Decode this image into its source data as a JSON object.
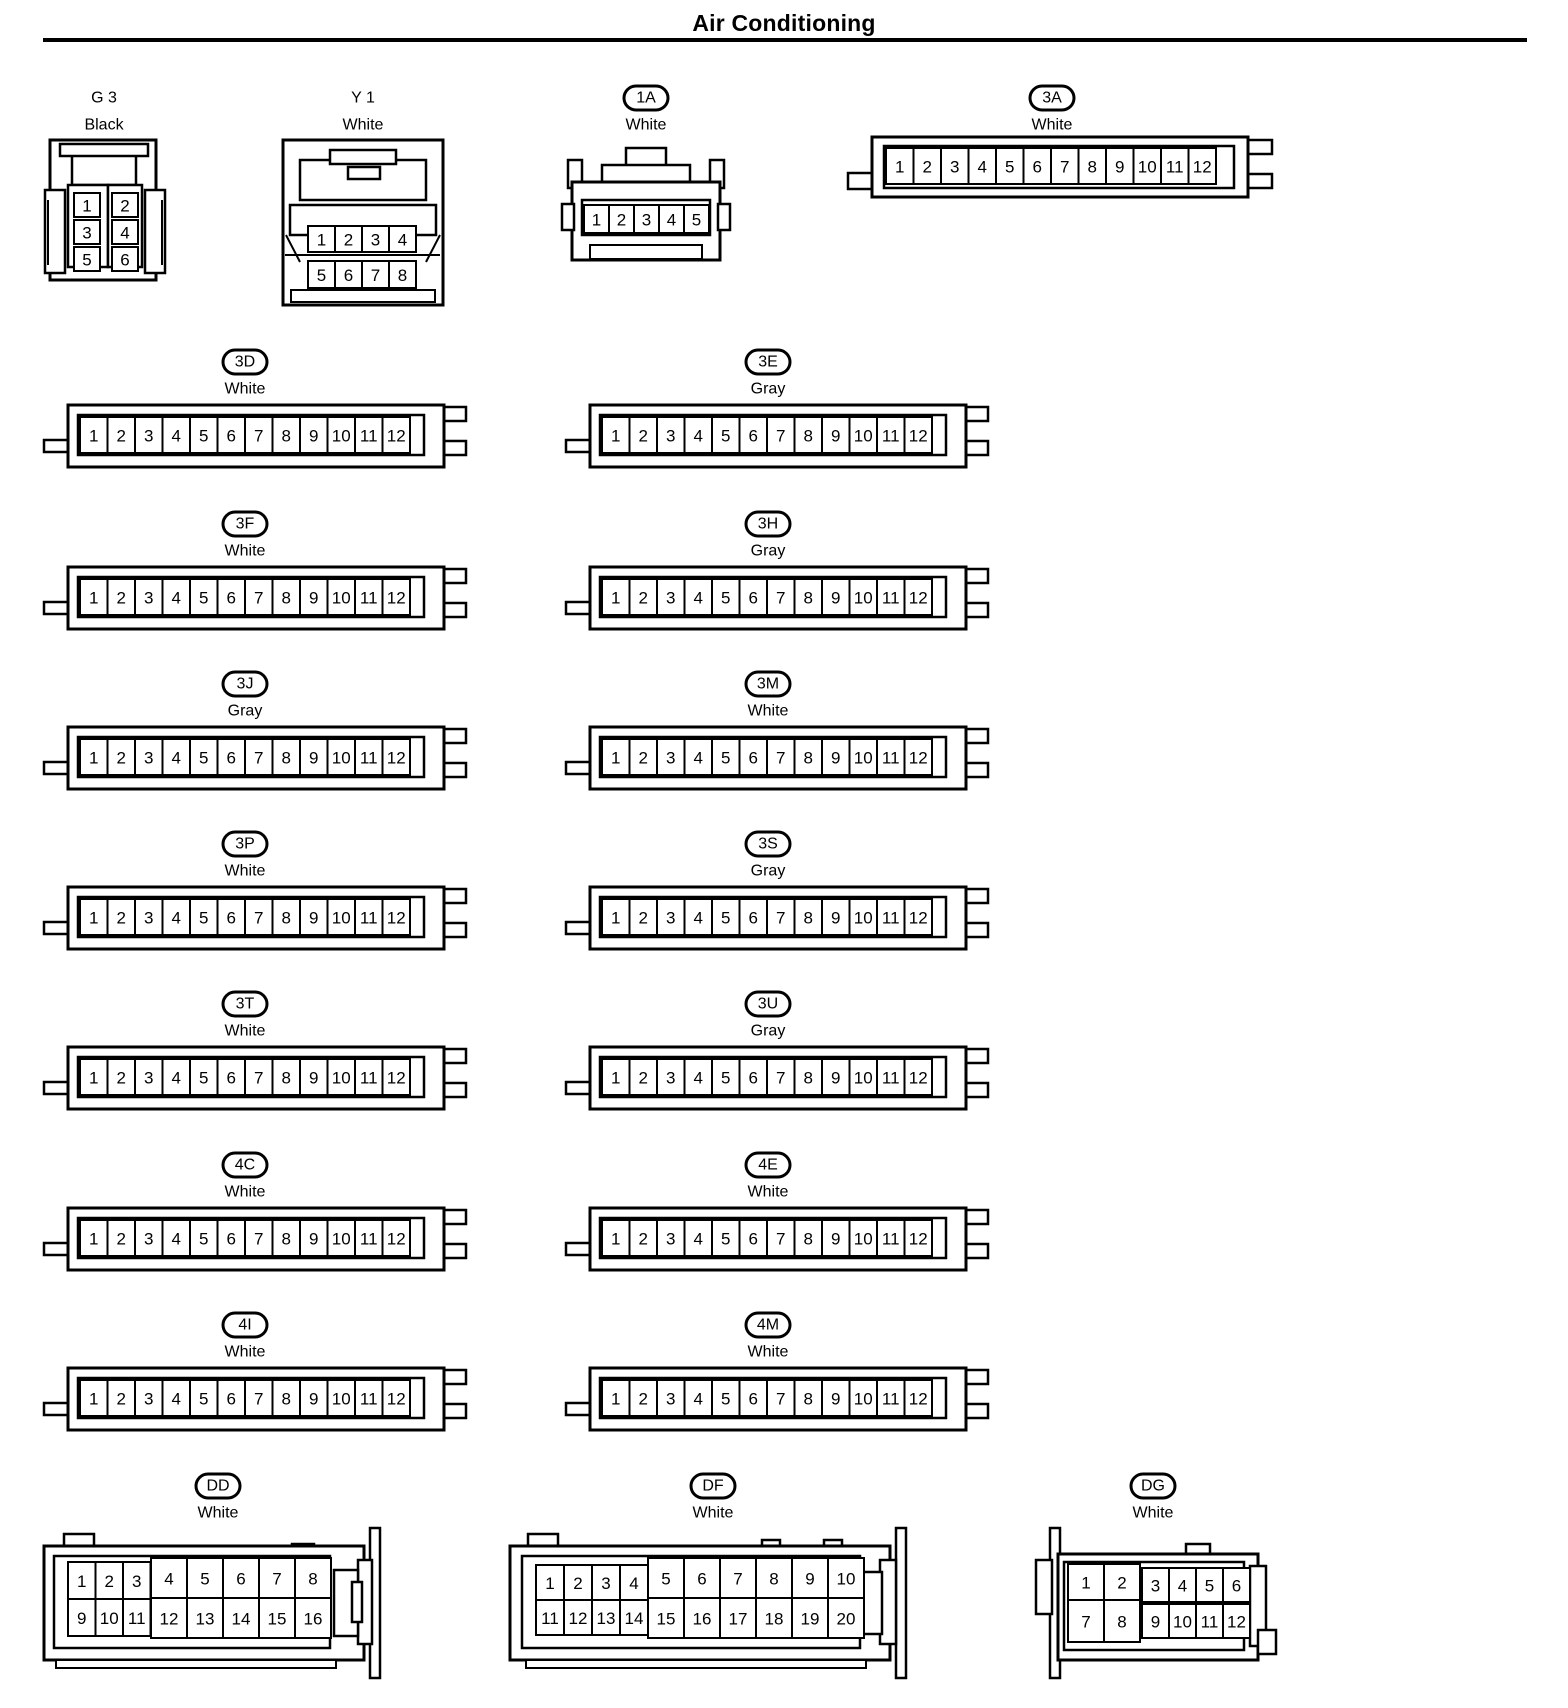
{
  "title": "Air Conditioning",
  "connectors": [
    {
      "id": "G3",
      "code": "G 3",
      "circled": false,
      "color": "Black",
      "pins": [
        "1",
        "2",
        "3",
        "4",
        "5",
        "6"
      ]
    },
    {
      "id": "Y1",
      "code": "Y 1",
      "circled": false,
      "color": "White",
      "pins": [
        "1",
        "2",
        "3",
        "4",
        "5",
        "6",
        "7",
        "8"
      ]
    },
    {
      "id": "1A",
      "code": "1A",
      "circled": true,
      "color": "White",
      "pins": [
        "1",
        "2",
        "3",
        "4",
        "5"
      ]
    },
    {
      "id": "3A",
      "code": "3A",
      "circled": true,
      "color": "White",
      "pins": [
        "1",
        "2",
        "3",
        "4",
        "5",
        "6",
        "7",
        "8",
        "9",
        "10",
        "11",
        "12"
      ]
    },
    {
      "id": "3D",
      "code": "3D",
      "circled": true,
      "color": "White",
      "pins": [
        "1",
        "2",
        "3",
        "4",
        "5",
        "6",
        "7",
        "8",
        "9",
        "10",
        "11",
        "12"
      ]
    },
    {
      "id": "3E",
      "code": "3E",
      "circled": true,
      "color": "Gray",
      "pins": [
        "1",
        "2",
        "3",
        "4",
        "5",
        "6",
        "7",
        "8",
        "9",
        "10",
        "11",
        "12"
      ]
    },
    {
      "id": "3F",
      "code": "3F",
      "circled": true,
      "color": "White",
      "pins": [
        "1",
        "2",
        "3",
        "4",
        "5",
        "6",
        "7",
        "8",
        "9",
        "10",
        "11",
        "12"
      ]
    },
    {
      "id": "3H",
      "code": "3H",
      "circled": true,
      "color": "Gray",
      "pins": [
        "1",
        "2",
        "3",
        "4",
        "5",
        "6",
        "7",
        "8",
        "9",
        "10",
        "11",
        "12"
      ]
    },
    {
      "id": "3J",
      "code": "3J",
      "circled": true,
      "color": "Gray",
      "pins": [
        "1",
        "2",
        "3",
        "4",
        "5",
        "6",
        "7",
        "8",
        "9",
        "10",
        "11",
        "12"
      ]
    },
    {
      "id": "3M",
      "code": "3M",
      "circled": true,
      "color": "White",
      "pins": [
        "1",
        "2",
        "3",
        "4",
        "5",
        "6",
        "7",
        "8",
        "9",
        "10",
        "11",
        "12"
      ]
    },
    {
      "id": "3P",
      "code": "3P",
      "circled": true,
      "color": "White",
      "pins": [
        "1",
        "2",
        "3",
        "4",
        "5",
        "6",
        "7",
        "8",
        "9",
        "10",
        "11",
        "12"
      ]
    },
    {
      "id": "3S",
      "code": "3S",
      "circled": true,
      "color": "Gray",
      "pins": [
        "1",
        "2",
        "3",
        "4",
        "5",
        "6",
        "7",
        "8",
        "9",
        "10",
        "11",
        "12"
      ]
    },
    {
      "id": "3T",
      "code": "3T",
      "circled": true,
      "color": "White",
      "pins": [
        "1",
        "2",
        "3",
        "4",
        "5",
        "6",
        "7",
        "8",
        "9",
        "10",
        "11",
        "12"
      ]
    },
    {
      "id": "3U",
      "code": "3U",
      "circled": true,
      "color": "Gray",
      "pins": [
        "1",
        "2",
        "3",
        "4",
        "5",
        "6",
        "7",
        "8",
        "9",
        "10",
        "11",
        "12"
      ]
    },
    {
      "id": "4C",
      "code": "4C",
      "circled": true,
      "color": "White",
      "pins": [
        "1",
        "2",
        "3",
        "4",
        "5",
        "6",
        "7",
        "8",
        "9",
        "10",
        "11",
        "12"
      ]
    },
    {
      "id": "4E",
      "code": "4E",
      "circled": true,
      "color": "White",
      "pins": [
        "1",
        "2",
        "3",
        "4",
        "5",
        "6",
        "7",
        "8",
        "9",
        "10",
        "11",
        "12"
      ]
    },
    {
      "id": "4I",
      "code": "4I",
      "circled": true,
      "color": "White",
      "pins": [
        "1",
        "2",
        "3",
        "4",
        "5",
        "6",
        "7",
        "8",
        "9",
        "10",
        "11",
        "12"
      ]
    },
    {
      "id": "4M",
      "code": "4M",
      "circled": true,
      "color": "White",
      "pins": [
        "1",
        "2",
        "3",
        "4",
        "5",
        "6",
        "7",
        "8",
        "9",
        "10",
        "11",
        "12"
      ]
    },
    {
      "id": "DD",
      "code": "DD",
      "circled": true,
      "color": "White",
      "pins": [
        "1",
        "2",
        "3",
        "4",
        "5",
        "6",
        "7",
        "8",
        "9",
        "10",
        "11",
        "12",
        "13",
        "14",
        "15",
        "16"
      ]
    },
    {
      "id": "DF",
      "code": "DF",
      "circled": true,
      "color": "White",
      "pins": [
        "1",
        "2",
        "3",
        "4",
        "5",
        "6",
        "7",
        "8",
        "9",
        "10",
        "11",
        "12",
        "13",
        "14",
        "15",
        "16",
        "17",
        "18",
        "19",
        "20"
      ]
    },
    {
      "id": "DG",
      "code": "DG",
      "circled": true,
      "color": "White",
      "pins": [
        "1",
        "2",
        "3",
        "4",
        "5",
        "6",
        "7",
        "8",
        "9",
        "10",
        "11",
        "12"
      ]
    }
  ]
}
